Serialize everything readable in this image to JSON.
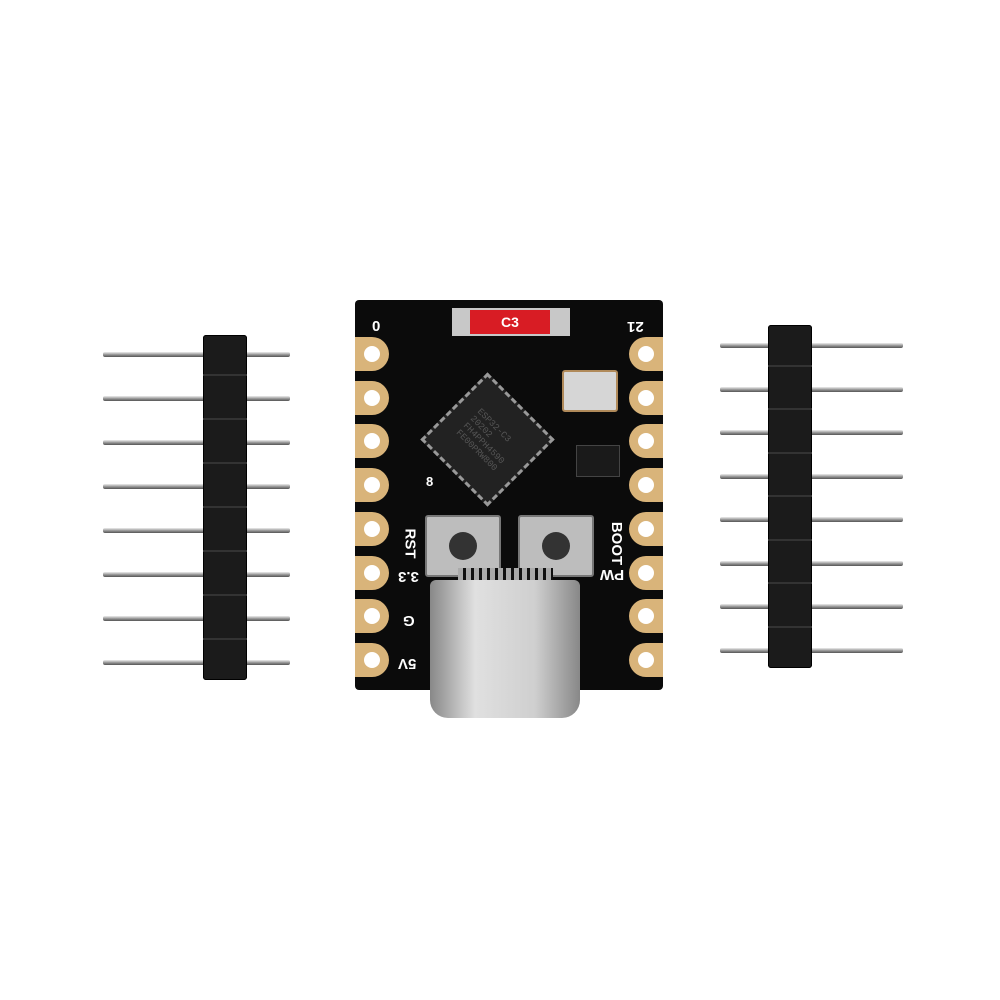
{
  "board": {
    "antenna_label": "C3",
    "chip_marking": [
      "ESP32-C3",
      "20202",
      "FH4PPH4590",
      "FE00PRW800"
    ],
    "pin_labels": {
      "top_left": "0",
      "top_right": "21",
      "led": "8",
      "rst": "RST",
      "boot": "BOOT",
      "v33": "3.3",
      "pw": "PW",
      "gnd": "G",
      "v5": "5V"
    }
  },
  "colors": {
    "pcb": "#0b0b0b",
    "pad": "#d9b47a",
    "antenna": "#d81c24"
  }
}
